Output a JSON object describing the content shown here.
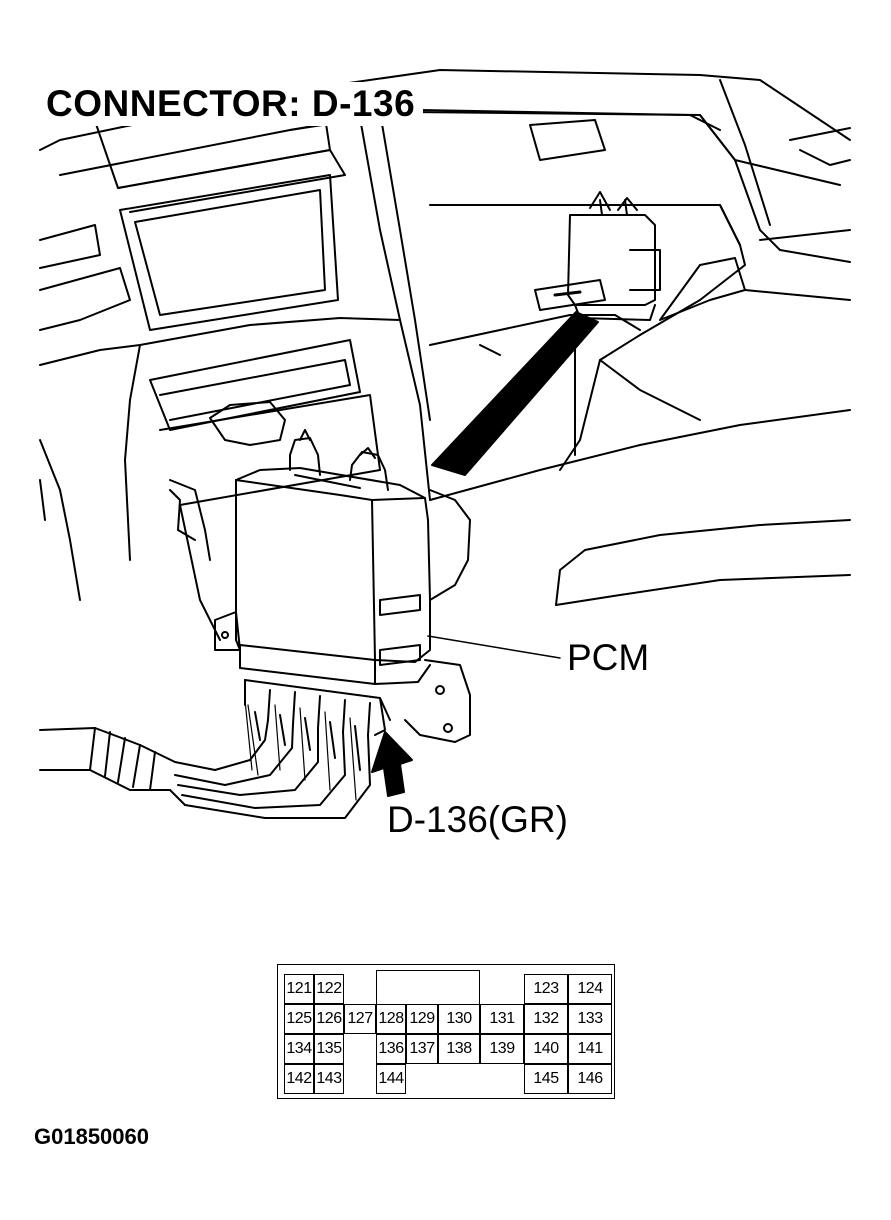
{
  "title": "CONNECTOR: D-136",
  "labels": {
    "pcm": "PCM",
    "connector": "D-136(GR)"
  },
  "figure_id": "G01850060",
  "pin_grid": {
    "row1": [
      "121",
      "122",
      "123",
      "124"
    ],
    "row2": [
      "125",
      "126",
      "127",
      "128",
      "129",
      "130",
      "131",
      "132",
      "133"
    ],
    "row3": [
      "134",
      "135",
      "136",
      "137",
      "138",
      "139",
      "140",
      "141"
    ],
    "row4": [
      "142",
      "143",
      "144",
      "145",
      "146"
    ]
  }
}
